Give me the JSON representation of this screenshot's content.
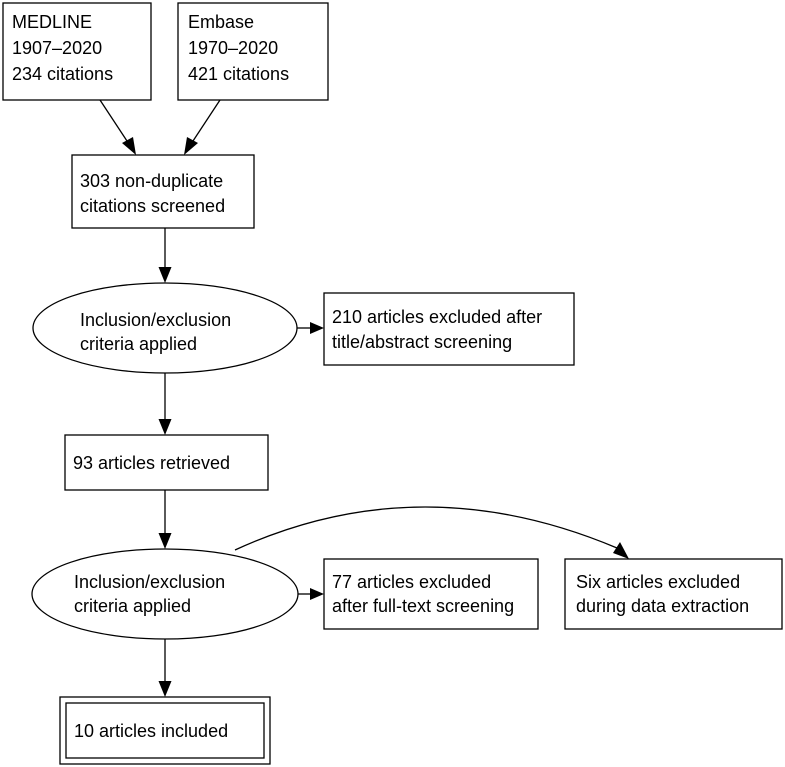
{
  "nodes": {
    "medline": {
      "lines": [
        "MEDLINE",
        "1907–2020",
        "234 citations"
      ]
    },
    "embase": {
      "lines": [
        "Embase",
        "1970–2020",
        "421 citations"
      ]
    },
    "screened": {
      "lines": [
        "303 non-duplicate",
        "citations screened"
      ]
    },
    "criteria1": {
      "lines": [
        "Inclusion/exclusion",
        "criteria applied"
      ]
    },
    "excluded1": {
      "lines": [
        "210 articles excluded after",
        "title/abstract screening"
      ]
    },
    "retrieved": {
      "lines": [
        "93 articles retrieved"
      ]
    },
    "criteria2": {
      "lines": [
        "Inclusion/exclusion",
        "criteria applied"
      ]
    },
    "excluded2": {
      "lines": [
        "77 articles excluded",
        "after full-text screening"
      ]
    },
    "excluded3": {
      "lines": [
        "Six articles excluded",
        "during data extraction"
      ]
    },
    "included": {
      "lines": [
        "10 articles included"
      ]
    }
  }
}
